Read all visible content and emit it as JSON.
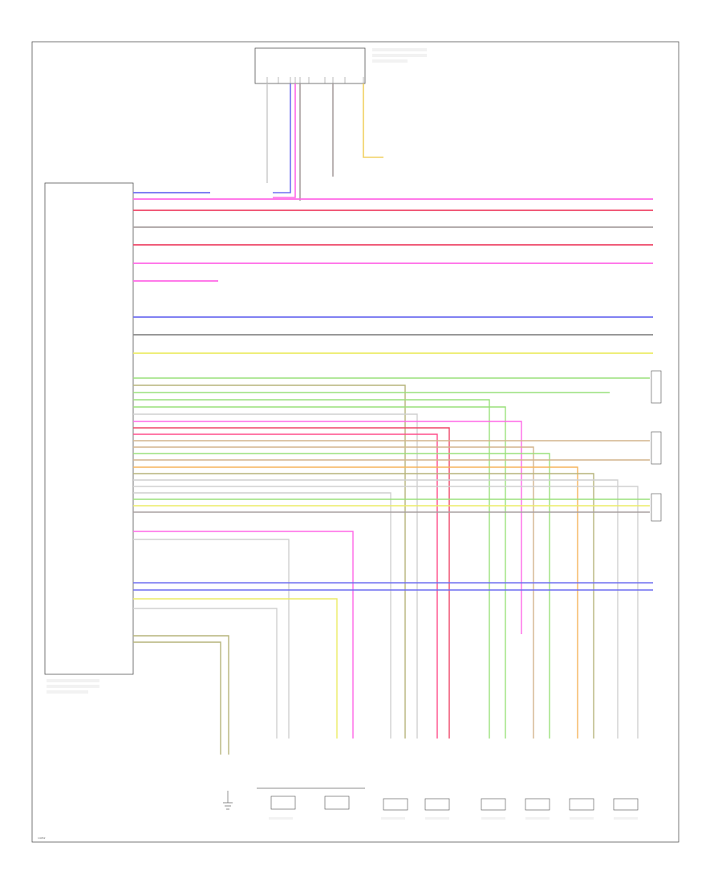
{
  "diagram_code": "14952",
  "colors": {
    "blue": "#6e6ef0",
    "red": "#ee4466",
    "pink": "#ff66e6",
    "gray": "#a8a0a0",
    "yellow": "#ecec66",
    "green": "#99e07a",
    "orange": "#f5b45a",
    "olive": "#b6b47a",
    "lightgray": "#cfcfcf",
    "redpink": "#ff4d8a"
  },
  "icons": [
    "ground-symbol",
    "connector-block",
    "speaker-symbol"
  ]
}
